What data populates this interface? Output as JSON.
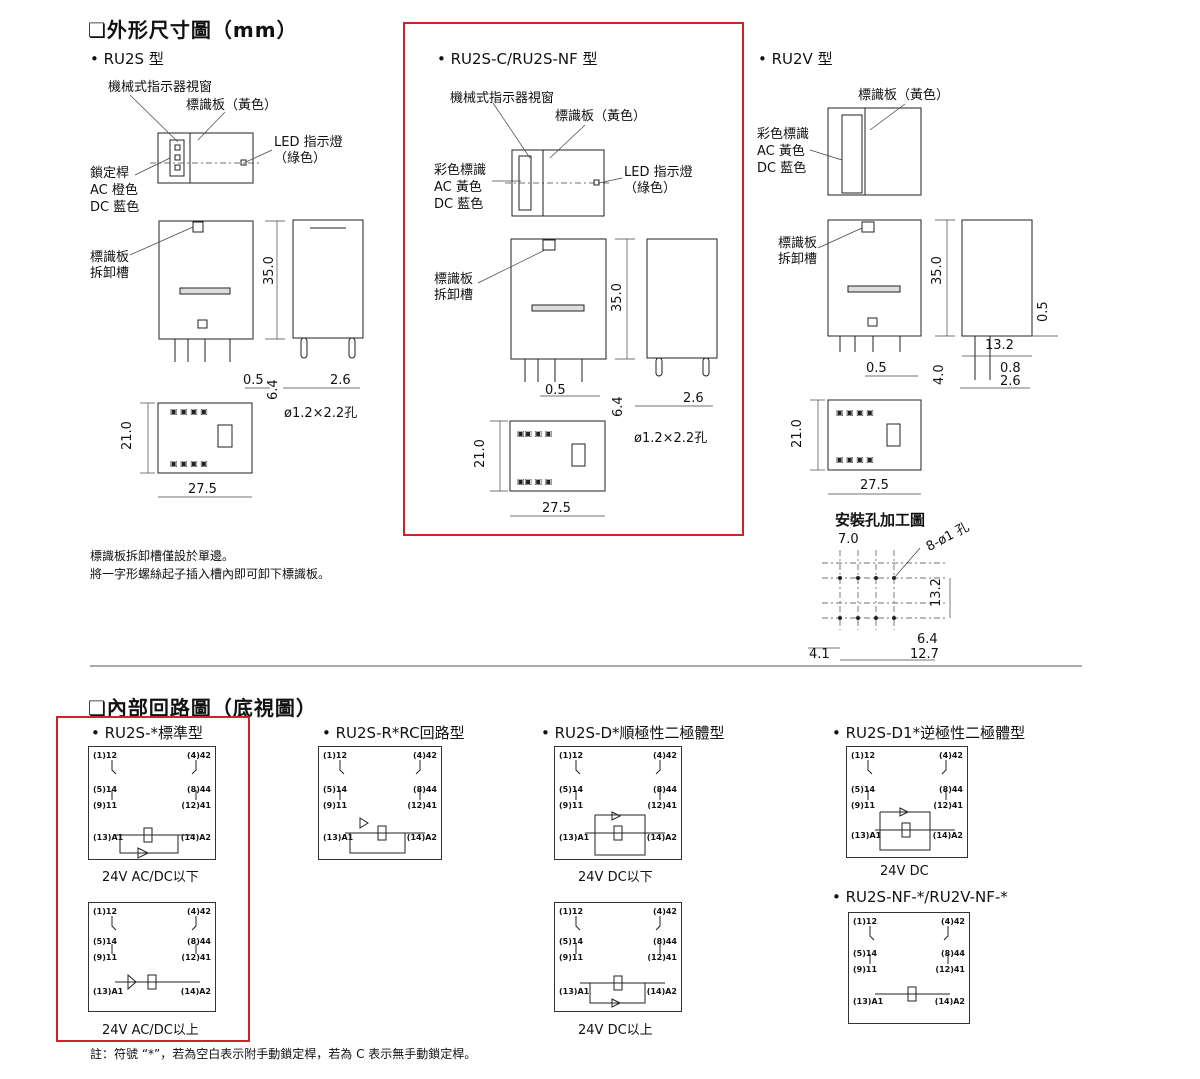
{
  "outline": {
    "title": "❏外形尺寸圖（mm）",
    "ru2s": {
      "heading": "• RU2S 型",
      "window_label": "機械式指示器視窗",
      "nameplate_label": "標識板（黃色）",
      "led_label_1": "LED 指示燈",
      "led_label_2": "（綠色）",
      "lock_label_1": "鎖定桿",
      "lock_label_2": "AC 橙色",
      "lock_label_3": "DC 藍色",
      "slot_label_1": "標識板",
      "slot_label_2": "拆卸槽",
      "dim_height": "35.0",
      "dim_05": "0.5",
      "dim_26": "2.6",
      "dim_64": "6.4",
      "dim_hole": "ø1.2×2.2孔",
      "dim_21": "21.0",
      "dim_275": "27.5"
    },
    "ru2s_c": {
      "heading": "• RU2S-C/RU2S-NF 型",
      "window_label": "機械式指示器視窗",
      "nameplate_label": "標識板（黃色）",
      "color_label_1": "彩色標識",
      "color_label_2": "AC 黃色",
      "color_label_3": "DC 藍色",
      "led_label_1": "LED 指示燈",
      "led_label_2": "（綠色）",
      "slot_label_1": "標識板",
      "slot_label_2": "拆卸槽",
      "dim_height": "35.0",
      "dim_05": "0.5",
      "dim_26": "2.6",
      "dim_64": "6.4",
      "dim_hole": "ø1.2×2.2孔",
      "dim_21": "21.0",
      "dim_275": "27.5"
    },
    "ru2v": {
      "heading": "• RU2V 型",
      "nameplate_label": "標識板（黃色）",
      "color_label_1": "彩色標識",
      "color_label_2": "AC 黃色",
      "color_label_3": "DC 藍色",
      "slot_label_1": "標識板",
      "slot_label_2": "拆卸槽",
      "dim_height": "35.0",
      "dim_05a": "0.5",
      "dim_132": "13.2",
      "dim_05b": "0.5",
      "dim_40": "4.0",
      "dim_08": "0.8",
      "dim_26": "2.6",
      "dim_21": "21.0",
      "dim_275": "27.5",
      "mount_title": "安裝孔加工圖",
      "mount_70": "7.0",
      "mount_holes": "8-ø1 孔",
      "mount_132": "13.2",
      "mount_64": "6.4",
      "mount_41": "4.1",
      "mount_127": "12.7"
    },
    "note_1": "標識板拆卸槽僅設於單邊。",
    "note_2": "將一字形螺絲起子插入槽內即可卸下標識板。"
  },
  "circuit": {
    "title": "❏內部回路圖（底視圖）",
    "std_heading": "• RU2S-*標準型",
    "std_caption_1": "24V AC/DC以下",
    "std_caption_2": "24V AC/DC以上",
    "rc_heading": "• RU2S-R*RC回路型",
    "d_heading": "• RU2S-D*順極性二極體型",
    "d_caption_1": "24V DC以下",
    "d_caption_2": "24V DC以上",
    "d1_heading": "• RU2S-D1*逆極性二極體型",
    "d1_caption": "24V DC",
    "nf_heading": "• RU2S-NF-*/RU2V-NF-*",
    "pins": {
      "p1": "(1)12",
      "p4": "(4)42",
      "p5": "(5)14",
      "p8": "(8)44",
      "p9": "(9)11",
      "p12": "(12)41",
      "p13": "(13)A1",
      "p14": "(14)A2"
    },
    "footnote": "註：符號 “*”，若為空白表示附手動鎖定桿，若為 C 表示無手動鎖定桿。"
  },
  "colors": {
    "highlight": "#d0222a"
  }
}
